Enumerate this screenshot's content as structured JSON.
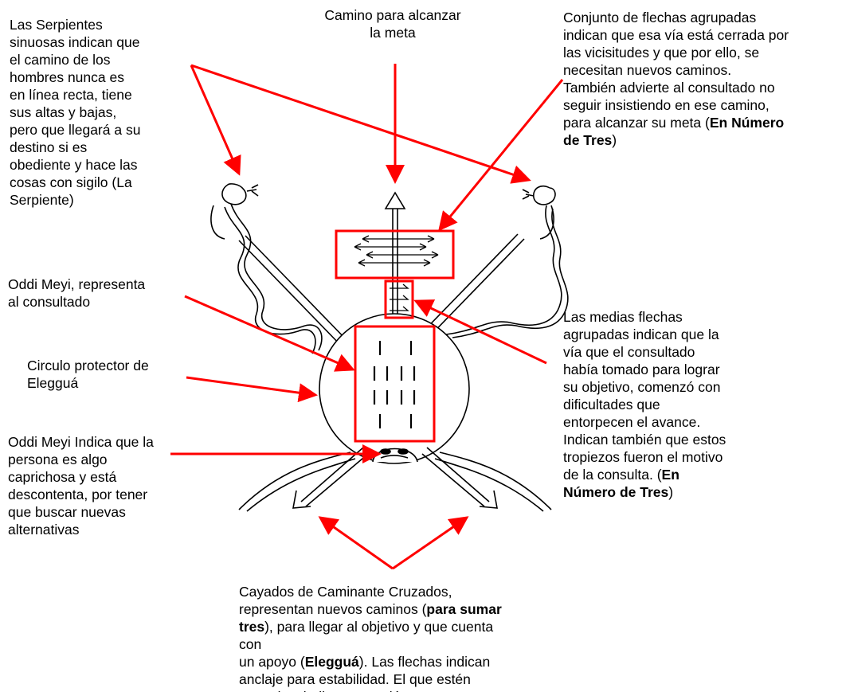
{
  "colors": {
    "arrow": "#ff0000",
    "drawing": "#000000",
    "background": "#ffffff"
  },
  "notes": {
    "serpientes": {
      "lines": [
        [
          {
            "t": "Las Serpientes"
          }
        ],
        [
          {
            "t": "sinuosas indican que"
          }
        ],
        [
          {
            "t": "el camino de los"
          }
        ],
        [
          {
            "t": "hombres nunca es"
          }
        ],
        [
          {
            "t": "en línea recta, tiene"
          }
        ],
        [
          {
            "t": "sus altas y bajas,"
          }
        ],
        [
          {
            "t": "pero que llegará a su"
          }
        ],
        [
          {
            "t": "destino si es"
          }
        ],
        [
          {
            "t": "obediente y hace las"
          }
        ],
        [
          {
            "t": "cosas con sigilo (La"
          }
        ],
        [
          {
            "t": "Serpiente)"
          }
        ]
      ]
    },
    "camino": {
      "lines": [
        [
          {
            "t": "Camino para alcanzar"
          }
        ],
        [
          {
            "t": "la meta"
          }
        ]
      ]
    },
    "conjunto": {
      "lines": [
        [
          {
            "t": "Conjunto de flechas agrupadas"
          }
        ],
        [
          {
            "t": "indican que esa vía está cerrada por"
          }
        ],
        [
          {
            "t": "las vicisitudes y que por ello, se"
          }
        ],
        [
          {
            "t": "necesitan nuevos caminos."
          }
        ],
        [
          {
            "t": "También advierte al consultado no"
          }
        ],
        [
          {
            "t": "seguir insistiendo en ese camino,"
          }
        ],
        [
          {
            "t": "para alcanzar su meta ("
          },
          {
            "t": "En Número",
            "b": true
          }
        ],
        [
          {
            "t": "de Tres",
            "b": true
          },
          {
            "t": ")"
          }
        ]
      ]
    },
    "oddi1": {
      "lines": [
        [
          {
            "t": "Oddi Meyi, representa"
          }
        ],
        [
          {
            "t": "al consultado"
          }
        ]
      ]
    },
    "circulo": {
      "lines": [
        [
          {
            "t": "Circulo protector de"
          }
        ],
        [
          {
            "t": "Elegguá"
          }
        ]
      ]
    },
    "oddi2": {
      "lines": [
        [
          {
            "t": "Oddi Meyi Indica que la"
          }
        ],
        [
          {
            "t": "persona es algo"
          }
        ],
        [
          {
            "t": "caprichosa y está"
          }
        ],
        [
          {
            "t": "descontenta, por tener"
          }
        ],
        [
          {
            "t": "que buscar nuevas"
          }
        ],
        [
          {
            "t": "alternativas"
          }
        ]
      ]
    },
    "medias": {
      "lines": [
        [
          {
            "t": "Las medias flechas"
          }
        ],
        [
          {
            "t": "agrupadas indican que la"
          }
        ],
        [
          {
            "t": "vía que el consultado"
          }
        ],
        [
          {
            "t": "había tomado para lograr"
          }
        ],
        [
          {
            "t": "su objetivo, comenzó con"
          }
        ],
        [
          {
            "t": "dificultades que"
          }
        ],
        [
          {
            "t": "entorpecen el avance."
          }
        ],
        [
          {
            "t": "Indican también que estos"
          }
        ],
        [
          {
            "t": "tropiezos fueron el motivo"
          }
        ],
        [
          {
            "t": "de la consulta. ("
          },
          {
            "t": "En",
            "b": true
          }
        ],
        [
          {
            "t": "Número de Tres",
            "b": true
          },
          {
            "t": ")"
          }
        ]
      ]
    },
    "cayados": {
      "lines": [
        [
          {
            "t": "Cayados  de Caminante Cruzados,"
          }
        ],
        [
          {
            "t": "representan nuevos caminos ("
          },
          {
            "t": "para sumar",
            "b": true
          }
        ],
        [
          {
            "t": "tres",
            "b": true
          },
          {
            "t": "), para llegar al objetivo y que cuenta con"
          }
        ],
        [
          {
            "t": "un apoyo ("
          },
          {
            "t": "Elegguá",
            "b": true
          },
          {
            "t": "). Las flechas indican"
          }
        ],
        [
          {
            "t": "anclaje para estabilidad. El que estén"
          }
        ],
        [
          {
            "t": "cruzadas, indica protección"
          }
        ]
      ]
    }
  }
}
